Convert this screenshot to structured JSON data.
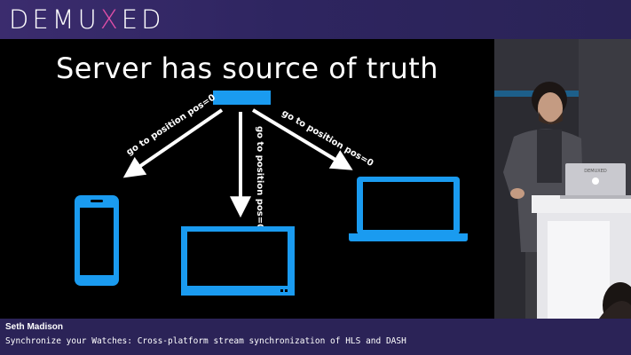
{
  "brand": {
    "logo_text_pre": "DEMU",
    "logo_text_x": "X",
    "logo_text_post": "ED",
    "accent": "#e04fa7"
  },
  "slide": {
    "title": "Server has source of truth",
    "arrow_labels": {
      "left": "go to position pos=0",
      "center": "go to position pos=0",
      "right": "go to position pos=0"
    },
    "device_color": "#1a9bf0"
  },
  "presenter_video": {
    "laptop_logo": "DEMUXED"
  },
  "lower_third": {
    "speaker": "Seth Madison",
    "talk_title": "Synchronize your Watches: Cross-platform stream synchronization of HLS and DASH"
  }
}
